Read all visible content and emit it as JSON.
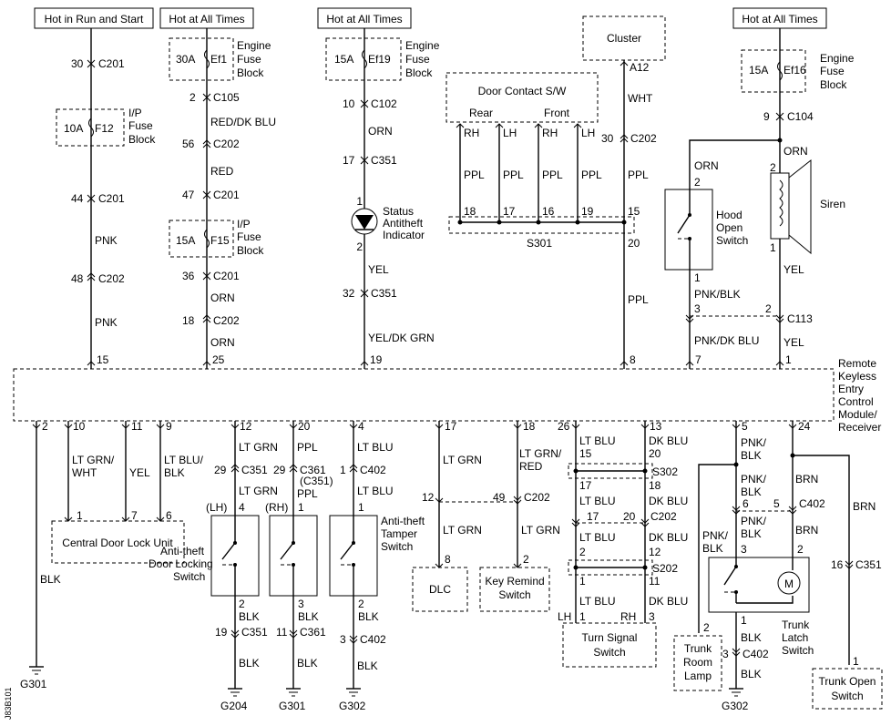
{
  "sources": {
    "run_start": "Hot in Run and Start",
    "atall_1": "Hot at All Times",
    "atall_2": "Hot at All Times",
    "atall_3": "Hot at All Times",
    "cluster": "Cluster"
  },
  "fuses": {
    "f12": {
      "rating": "10A",
      "id": "F12",
      "label1": "I/P",
      "label2": "Fuse",
      "label3": "Block"
    },
    "ef1": {
      "rating": "30A",
      "id": "Ef1",
      "label1": "Engine",
      "label2": "Fuse",
      "label3": "Block"
    },
    "f15": {
      "rating": "15A",
      "id": "F15",
      "label1": "I/P",
      "label2": "Fuse",
      "label3": "Block"
    },
    "ef19": {
      "rating": "15A",
      "id": "Ef19",
      "label1": "Engine",
      "label2": "Fuse",
      "label3": "Block"
    },
    "ef16": {
      "rating": "15A",
      "id": "Ef16",
      "label1": "Engine",
      "label2": "Fuse",
      "label3": "Block"
    }
  },
  "col1": {
    "p1": "30",
    "c1": "C201",
    "p2": "44",
    "c2": "C201",
    "wire": "PNK",
    "p3": "48",
    "c3": "C202",
    "wire2": "PNK",
    "pin": "15"
  },
  "col2": {
    "p1": "2",
    "c1": "C105",
    "wire1": "RED/DK BLU",
    "p2": "56",
    "c2": "C202",
    "wire2": "RED",
    "p3": "47",
    "c3": "C201",
    "p4": "36",
    "c4": "C201",
    "wire3": "ORN",
    "p5": "18",
    "c5": "C202",
    "wire4": "ORN",
    "pin": "25"
  },
  "col3": {
    "p1": "10",
    "c1": "C102",
    "wire1": "ORN",
    "p2": "17",
    "c2": "C351",
    "led_pin1": "1",
    "led_pin2": "2",
    "led1": "Status",
    "led2": "Antitheft",
    "led3": "Indicator",
    "wire2": "YEL",
    "p3": "32",
    "c3": "C351",
    "wire3": "YEL/DK GRN",
    "pin": "19"
  },
  "door_contact": {
    "title": "Door Contact S/W",
    "rear": "Rear",
    "front": "Front",
    "rh1": "RH",
    "lh1": "LH",
    "rh2": "RH",
    "lh2": "LH",
    "wire": "PPL",
    "n1": "18",
    "n2": "17",
    "n3": "16",
    "n4": "19",
    "n5": "15",
    "splice": "S301"
  },
  "cluster_col": {
    "a": "A12",
    "wire1": "WHT",
    "p1": "30",
    "c1": "C202",
    "wire2": "PPL",
    "n1": "20",
    "wire3": "PPL",
    "pin": "8"
  },
  "hood": {
    "wire1": "ORN",
    "p1": "2",
    "label1": "Hood",
    "label2": "Open",
    "label3": "Switch",
    "p2": "1",
    "wire2": "PNK/BLK",
    "p3": "3",
    "wire3": "PNK/DK BLU",
    "pin": "7"
  },
  "siren": {
    "p1": "9",
    "c1": "C104",
    "wire1": "ORN",
    "p2": "2",
    "label": "Siren",
    "p3": "1",
    "wire2": "YEL",
    "p4": "2",
    "c2": "C113",
    "wire3": "YEL",
    "pin": "1"
  },
  "module": {
    "line1": "Remote",
    "line2": "Keyless",
    "line3": "Entry",
    "line4": "Control",
    "line5": "Module/",
    "line6": "Receiver"
  },
  "bottom": {
    "b2": {
      "pin": "2",
      "wire": "BLK",
      "ground": "G301"
    },
    "cdl": {
      "p10": "10",
      "p11": "11",
      "p9": "9",
      "w10a": "LT GRN/",
      "w10b": "WHT",
      "w11": "YEL",
      "w9a": "LT BLU/",
      "w9b": "BLK",
      "n1": "1",
      "n7": "7",
      "n6": "6",
      "label": "Central Door Lock Unit"
    },
    "lock_lh": {
      "pin": "12",
      "wire1": "LT GRN",
      "p1": "29",
      "c1": "C351",
      "wire2": "LT GRN",
      "side": "(LH)",
      "p2": "4",
      "p3": "2",
      "wire3": "BLK",
      "p4": "19",
      "c2": "C351",
      "wire4": "BLK",
      "ground": "G204"
    },
    "lock_rh": {
      "pin": "20",
      "wire1": "PPL",
      "p1": "29",
      "c1": "C361",
      "c1b": "(C351)",
      "wire2": "PPL",
      "side": "(RH)",
      "p2": "1",
      "p3": "3",
      "wire3": "BLK",
      "p4": "11",
      "c2": "C361",
      "wire4": "BLK",
      "ground": "G301"
    },
    "lock_label": {
      "l1": "Anti-theft",
      "l2": "Door Locking",
      "l3": "Switch"
    },
    "tamper": {
      "pin": "4",
      "wire1": "LT BLU",
      "p1": "1",
      "c1": "C402",
      "wire2": "LT BLU",
      "p2": "1",
      "l1": "Anti-theft",
      "l2": "Tamper",
      "l3": "Switch",
      "p3": "2",
      "wire3": "BLK",
      "p4": "3",
      "c2": "C402",
      "wire4": "BLK",
      "ground": "G302"
    },
    "dlc": {
      "pin": "17",
      "wire1": "LT GRN",
      "n1": "12",
      "wire2": "LT GRN",
      "p1": "8",
      "label": "DLC"
    },
    "key": {
      "pin": "18",
      "wire1a": "LT GRN/",
      "wire1b": "RED",
      "p1": "49",
      "c1": "C202",
      "wire2": "LT GRN",
      "p2": "2",
      "l1": "Key Remind",
      "l2": "Switch"
    },
    "turn": {
      "pin26": "26",
      "pin13": "13",
      "w26": "LT BLU",
      "w13": "DK BLU",
      "n15": "15",
      "n20": "20",
      "s1": "S302",
      "n17": "17",
      "n18": "18",
      "w26b": "LT BLU",
      "w13b": "DK BLU",
      "n17b": "17",
      "n20b": "20",
      "c1": "C202",
      "w26c": "LT BLU",
      "w13c": "DK BLU",
      "n2": "2",
      "n12": "12",
      "s2": "S202",
      "n1": "1",
      "n11": "11",
      "w26d": "LT BLU",
      "w13d": "DK BLU",
      "lh": "LH",
      "n1b": "1",
      "rh": "RH",
      "n3": "3",
      "l1": "Turn Signal",
      "l2": "Switch"
    },
    "trunk": {
      "pin5": "5",
      "pin24": "24",
      "w5a": "PNK/",
      "w5b": "BLK",
      "w24": "BRN",
      "w5c": "PNK/",
      "w5d": "BLK",
      "n6": "6",
      "n5": "5",
      "c1": "C402",
      "w5e": "PNK/",
      "w5f": "BLK",
      "w5g": "PNK/",
      "w5h": "BLK",
      "n3": "3",
      "w24b": "BRN",
      "n2": "2",
      "motor": "M",
      "p1": "1",
      "wire_blk": "BLK",
      "p3": "3",
      "c2": "C402",
      "wire_blk2": "BLK",
      "ground": "G302",
      "tl1": "Trunk",
      "tl2": "Latch",
      "tl3": "Switch",
      "lamp_p": "2",
      "lamp1": "Trunk",
      "lamp2": "Room",
      "lamp3": "Lamp",
      "w24c": "BRN",
      "p16": "16",
      "c3": "C351",
      "p1b": "1",
      "to1": "Trunk Open",
      "to2": "Switch"
    }
  },
  "side_code": "J83B101"
}
